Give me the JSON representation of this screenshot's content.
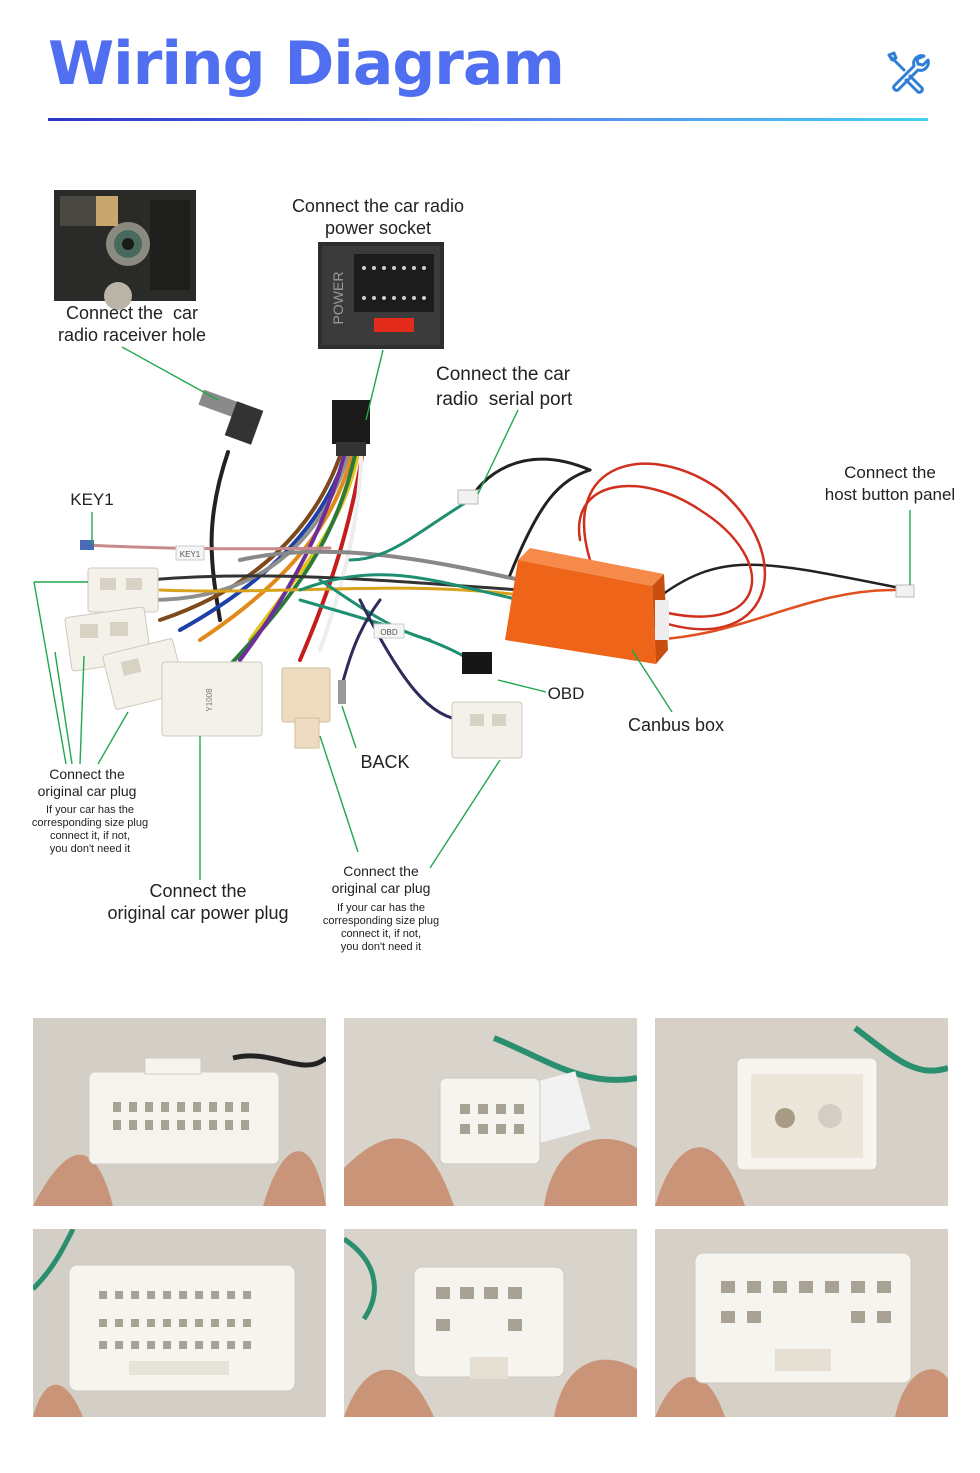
{
  "header": {
    "title": "Wiring Diagram",
    "icon": "tools-icon",
    "colors": {
      "title": "#4f6ff0",
      "rule_start": "#2b35c4",
      "rule_end": "#45d0f0"
    }
  },
  "labels": {
    "receiver_hole": "Connect the  car\nradio raceiver hole",
    "power_socket": "Connect the car radio\npower socket",
    "serial_port": "Connect the car\nradio  serial port",
    "button_panel": "Connect the\nhost button panel",
    "key1": "KEY1",
    "obd": "OBD",
    "canbus": "Canbus box",
    "back": "BACK",
    "orig_plug_left": "Connect the\noriginal car plug",
    "orig_plug_left_note": "If your car has the\ncorresponding size plug\nconnect it, if not,\nyou don't need it",
    "power_plug": "Connect the\noriginal car power plug",
    "orig_plug_mid": "Connect the\noriginal car plug",
    "orig_plug_mid_note": "If your car has the\ncorresponding size plug\nconnect it, if not,\nyou don't need it"
  },
  "device_text": {
    "power_badge": "POWER",
    "tag_key": "KEY1",
    "tag_obd": "OBD",
    "plug_print": "Y1008"
  },
  "colors": {
    "canbus_box": "#ee6418",
    "pointer_line": "#1fa84a",
    "plug_white": "#f4f1ea",
    "plug_cream": "#efdcc0"
  },
  "photos": [
    {
      "name": "photo-connector-20pin"
    },
    {
      "name": "photo-connector-obd"
    },
    {
      "name": "photo-connector-antenna"
    },
    {
      "name": "photo-connector-power-plug"
    },
    {
      "name": "photo-connector-small-plug"
    },
    {
      "name": "photo-connector-large-plug"
    }
  ]
}
